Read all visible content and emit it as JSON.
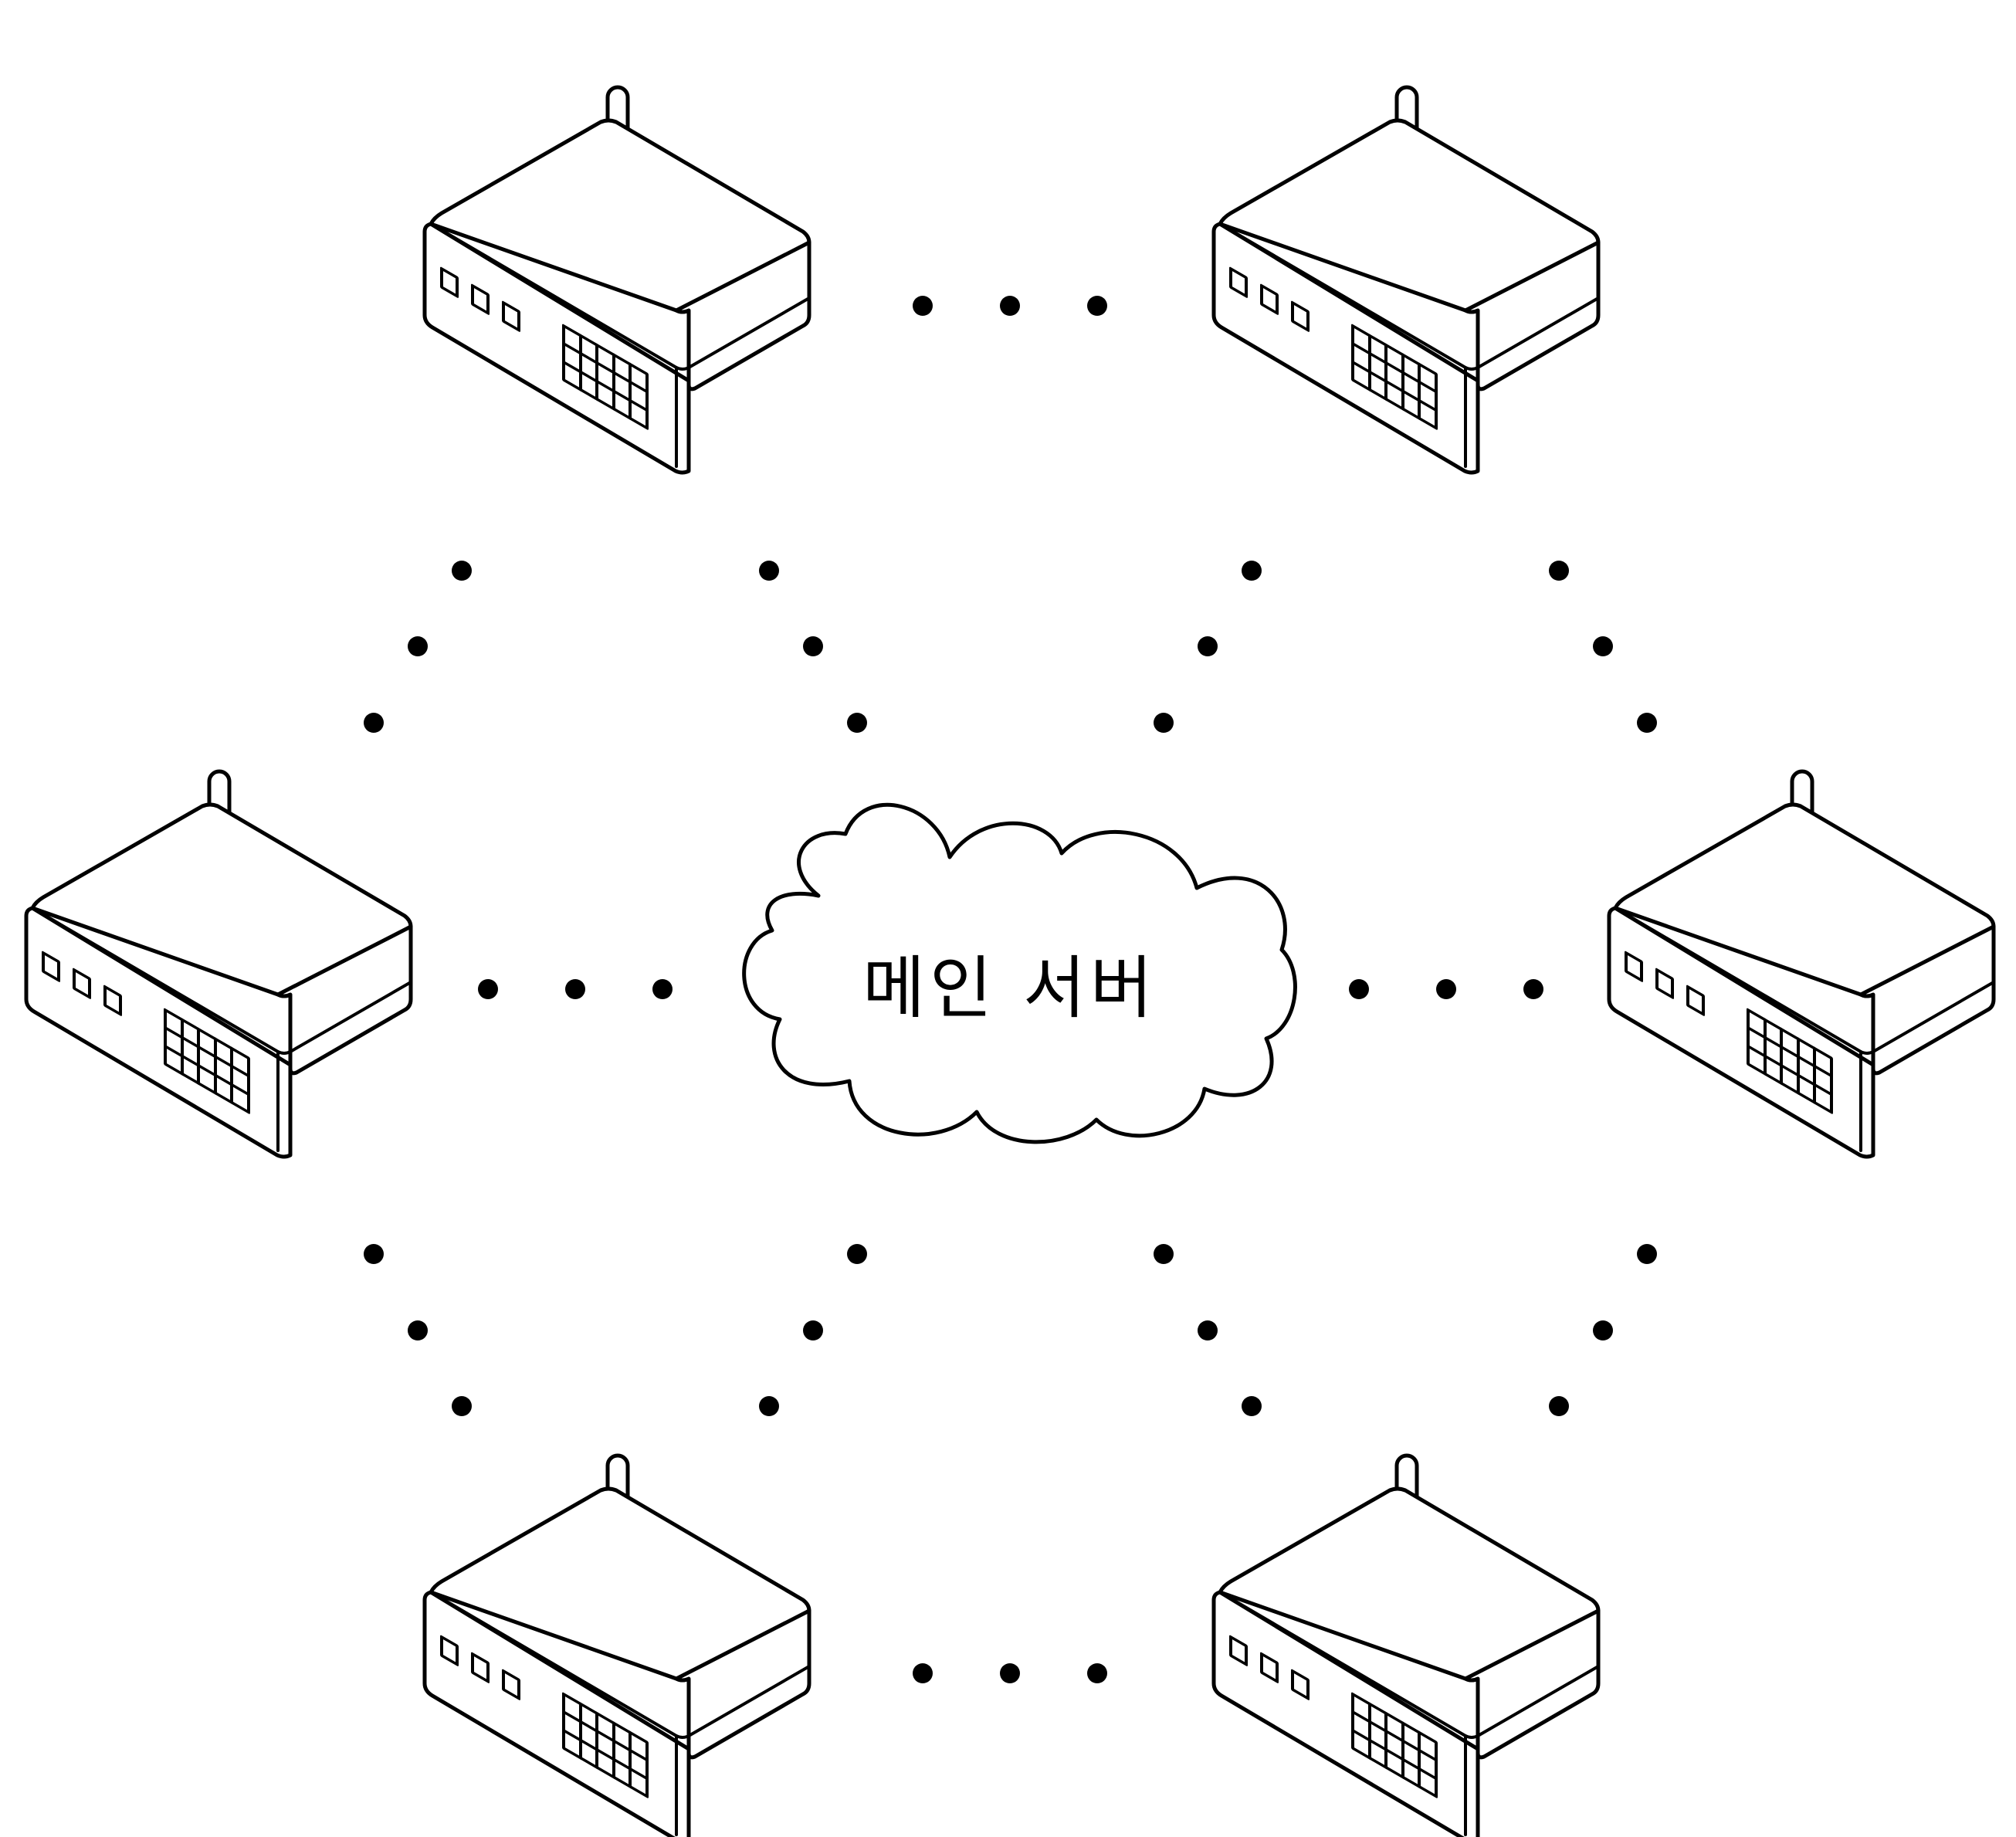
{
  "diagram": {
    "center_node": {
      "label": "메인 서버",
      "icon": "cloud-icon"
    },
    "router_icon": "router-icon",
    "line_color": "#000000",
    "background_color": "#ffffff",
    "connector_style": "dotted",
    "nodes": [
      {
        "id": "router-top-left",
        "icon": "router-icon"
      },
      {
        "id": "router-top-right",
        "icon": "router-icon"
      },
      {
        "id": "router-mid-left",
        "icon": "router-icon"
      },
      {
        "id": "router-mid-right",
        "icon": "router-icon"
      },
      {
        "id": "router-bottom-left",
        "icon": "router-icon"
      },
      {
        "id": "router-bottom-right",
        "icon": "router-icon"
      }
    ],
    "edges": [
      {
        "from": "router-top-left",
        "to": "router-top-right"
      },
      {
        "from": "router-top-left",
        "to": "router-mid-left"
      },
      {
        "from": "router-top-left",
        "to": "center_node"
      },
      {
        "from": "router-top-right",
        "to": "center_node"
      },
      {
        "from": "router-top-right",
        "to": "router-mid-right"
      },
      {
        "from": "router-mid-left",
        "to": "center_node"
      },
      {
        "from": "router-mid-right",
        "to": "center_node"
      },
      {
        "from": "router-mid-left",
        "to": "router-bottom-left"
      },
      {
        "from": "router-bottom-left",
        "to": "center_node"
      },
      {
        "from": "router-bottom-right",
        "to": "center_node"
      },
      {
        "from": "router-mid-right",
        "to": "router-bottom-right"
      },
      {
        "from": "router-bottom-left",
        "to": "router-bottom-right"
      }
    ]
  }
}
